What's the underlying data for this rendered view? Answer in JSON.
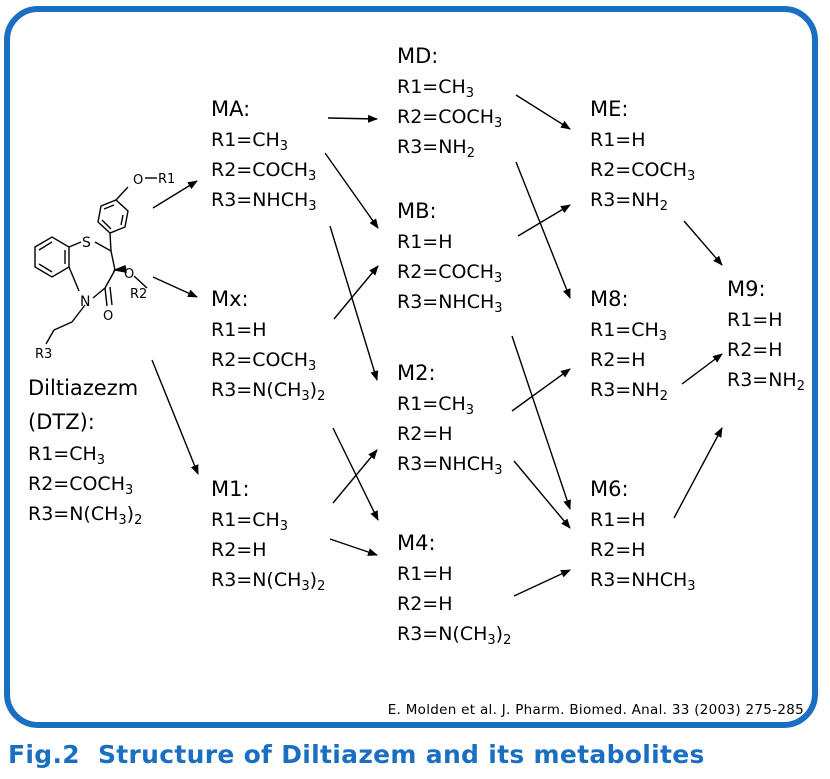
{
  "citation": "E. Molden et al. J. Pharm. Biomed. Anal. 33 (2003) 275-285",
  "caption": "Fig.2  Structure of Diltiazem and its metabolites",
  "structure_labels": {
    "O_top": "O",
    "R1": "R1",
    "S": "S",
    "O_mid": "O",
    "R2": "R2",
    "N": "N",
    "O_ketone": "O",
    "R3": "R3"
  },
  "parent": {
    "name_line1": "Diltiazezm",
    "name_line2": "(DTZ):",
    "r1": "R1=CH",
    "r2": "R2=COCH",
    "r3a": "R3=N(CH",
    "r3b": ")",
    "sub3": "3",
    "sub2": "2"
  },
  "compounds": {
    "MA": {
      "name": "MA:",
      "r1": "R1=CH",
      "r1s": "3",
      "r2": "R2=COCH",
      "r2s": "3",
      "r3": "R3=NHCH",
      "r3s": "3"
    },
    "Mx": {
      "name": "Mx:",
      "r1": "R1=H",
      "r2": "R2=COCH",
      "r2s": "3",
      "r3a": "R3=N(CH",
      "r3b": ")",
      "r3s1": "3",
      "r3s2": "2"
    },
    "M1": {
      "name": "M1:",
      "r1": "R1=CH",
      "r1s": "3",
      "r2": "R2=H",
      "r3a": "R3=N(CH",
      "r3b": ")",
      "r3s1": "3",
      "r3s2": "2"
    },
    "MD": {
      "name": "MD:",
      "r1": "R1=CH",
      "r1s": "3",
      "r2": "R2=COCH",
      "r2s": "3",
      "r3": "R3=NH",
      "r3s": "2"
    },
    "MB": {
      "name": "MB:",
      "r1": "R1=H",
      "r2": "R2=COCH",
      "r2s": "3",
      "r3": "R3=NHCH",
      "r3s": "3"
    },
    "M2": {
      "name": "M2:",
      "r1": "R1=CH",
      "r1s": "3",
      "r2": "R2=H",
      "r3": "R3=NHCH",
      "r3s": "3"
    },
    "M4": {
      "name": "M4:",
      "r1": "R1=H",
      "r2": "R2=H",
      "r3a": "R3=N(CH",
      "r3b": ")",
      "r3s1": "3",
      "r3s2": "2"
    },
    "ME": {
      "name": "ME:",
      "r1": "R1=H",
      "r2": "R2=COCH",
      "r2s": "3",
      "r3": "R3=NH",
      "r3s": "2"
    },
    "M8": {
      "name": "M8:",
      "r1": "R1=CH",
      "r1s": "3",
      "r2": "R2=H",
      "r3": "R3=NH",
      "r3s": "2"
    },
    "M6": {
      "name": "M6:",
      "r1": "R1=H",
      "r2": "R2=H",
      "r3": "R3=NHCH",
      "r3s": "3"
    },
    "M9": {
      "name": "M9:",
      "r1": "R1=H",
      "r2": "R2=H",
      "r3": "R3=NH",
      "r3s": "2"
    }
  },
  "colors": {
    "accent": "#1a6fc0"
  }
}
